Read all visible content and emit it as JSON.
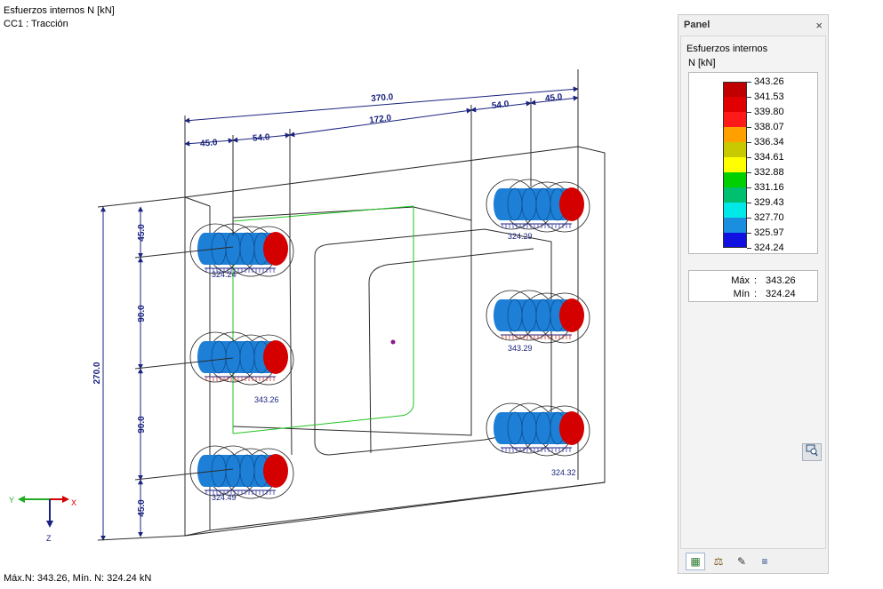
{
  "viewport": {
    "title_line1": "Esfuerzos internos N [kN]",
    "title_line2": "CC1 : Tracción",
    "status": "Máx.N: 343.26, Mín. N: 324.24 kN",
    "dimensions": {
      "top_total": "370.0",
      "top_left_45": "45.0",
      "top_left_54": "54.0",
      "top_mid": "172.0",
      "top_right_54": "54.0",
      "top_right_45": "45.0",
      "left_total": "270.0",
      "left_45_top": "45.0",
      "left_90_a": "90.0",
      "left_90_b": "90.0",
      "left_45_bot": "45.0"
    },
    "bolt_labels": {
      "left_top": "324.24",
      "left_mid": "343.26",
      "left_bot": "324.49",
      "right_top": "324.29",
      "right_mid": "343.29",
      "right_bot": "324.32"
    },
    "axes": {
      "y": "Y",
      "x": "X",
      "z": "Z"
    },
    "colors": {
      "bolt_body": "#1e7fd6",
      "bolt_head": "#d40000",
      "frame": "#2b2b2b",
      "dimension": "#1a237e",
      "inner_outline": "#22c422"
    }
  },
  "panel": {
    "title": "Panel",
    "close": "×",
    "heading": "Esfuerzos internos",
    "unit": "N [kN]",
    "scale": [
      {
        "value": "343.26",
        "color": "#c00000"
      },
      {
        "value": "341.53",
        "color": "#e00000"
      },
      {
        "value": "339.80",
        "color": "#ff1a1a"
      },
      {
        "value": "338.07",
        "color": "#ff9f00"
      },
      {
        "value": "336.34",
        "color": "#c9c900"
      },
      {
        "value": "334.61",
        "color": "#ffff00"
      },
      {
        "value": "332.88",
        "color": "#00d000"
      },
      {
        "value": "331.16",
        "color": "#00c070"
      },
      {
        "value": "329.43",
        "color": "#00e8e8"
      },
      {
        "value": "327.70",
        "color": "#1a8fe0"
      },
      {
        "value": "325.97",
        "color": "#1010e0"
      },
      {
        "value": "324.24",
        "color": "#00008b"
      }
    ],
    "max_label": "Máx",
    "max_value": "343.26",
    "min_label": "Mín",
    "min_value": "324.24",
    "sep": ":",
    "zoom_icon": "zoom-icon",
    "tabs": [
      {
        "name": "color-scale-tab",
        "glyph": "▦"
      },
      {
        "name": "balance-tab",
        "glyph": "⚖"
      },
      {
        "name": "microscope-tab",
        "glyph": "✎"
      },
      {
        "name": "layers-tab",
        "glyph": "≡"
      }
    ]
  }
}
